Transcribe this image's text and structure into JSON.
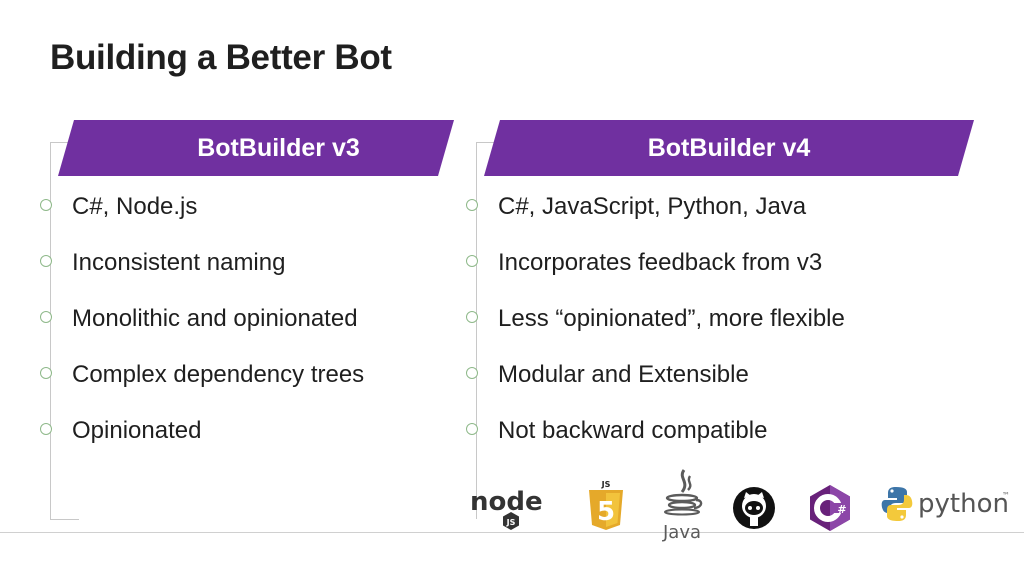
{
  "slide": {
    "title": "Building a Better Bot"
  },
  "columns": [
    {
      "header": "BotBuilder v3",
      "items": [
        "C#, Node.js",
        "Inconsistent naming",
        "Monolithic and opinionated",
        "Complex dependency trees",
        "Opinionated"
      ]
    },
    {
      "header": "BotBuilder v4",
      "items": [
        "C#, JavaScript, Python, Java",
        "Incorporates feedback from v3",
        "Less “opinionated”, more flexible",
        "Modular and Extensible",
        "Not backward compatible"
      ]
    }
  ],
  "logos": {
    "node": "node",
    "node_js": "JS",
    "js_badge": "JS",
    "java": "Java",
    "python": "python",
    "python_tm": "™"
  },
  "colors": {
    "accent": "#7030a0",
    "bullet": "#8fb98a"
  },
  "icons": [
    "nodejs-logo",
    "javascript-logo",
    "java-logo",
    "github-logo",
    "csharp-logo",
    "python-logo"
  ]
}
